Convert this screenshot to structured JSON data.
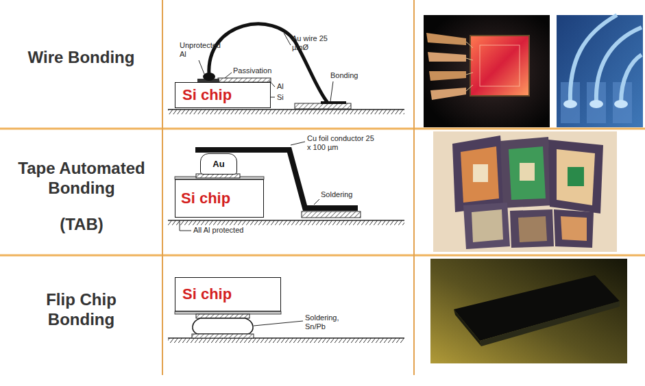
{
  "diagram": {
    "nodes": [
      {
        "text": [
          "Si chip"
        ]
      },
      {
        "text": [
          "Si chip"
        ]
      },
      {
        "text": [
          "Au"
        ]
      },
      {
        "text": [
          "Si chip"
        ]
      }
    ],
    "labels": [
      "Wire Bonding",
      "Tape Automated Bonding",
      "(TAB)",
      "Flip Chip Bonding",
      "Unprotected Al",
      "Au wire 25 µmØ",
      "Passivation",
      "Bonding",
      "Al",
      "Si",
      "Cu foil conductor 25 x 100 µm",
      "Soldering",
      "All Al protected",
      "Soldering, Sn/Pb"
    ]
  }
}
